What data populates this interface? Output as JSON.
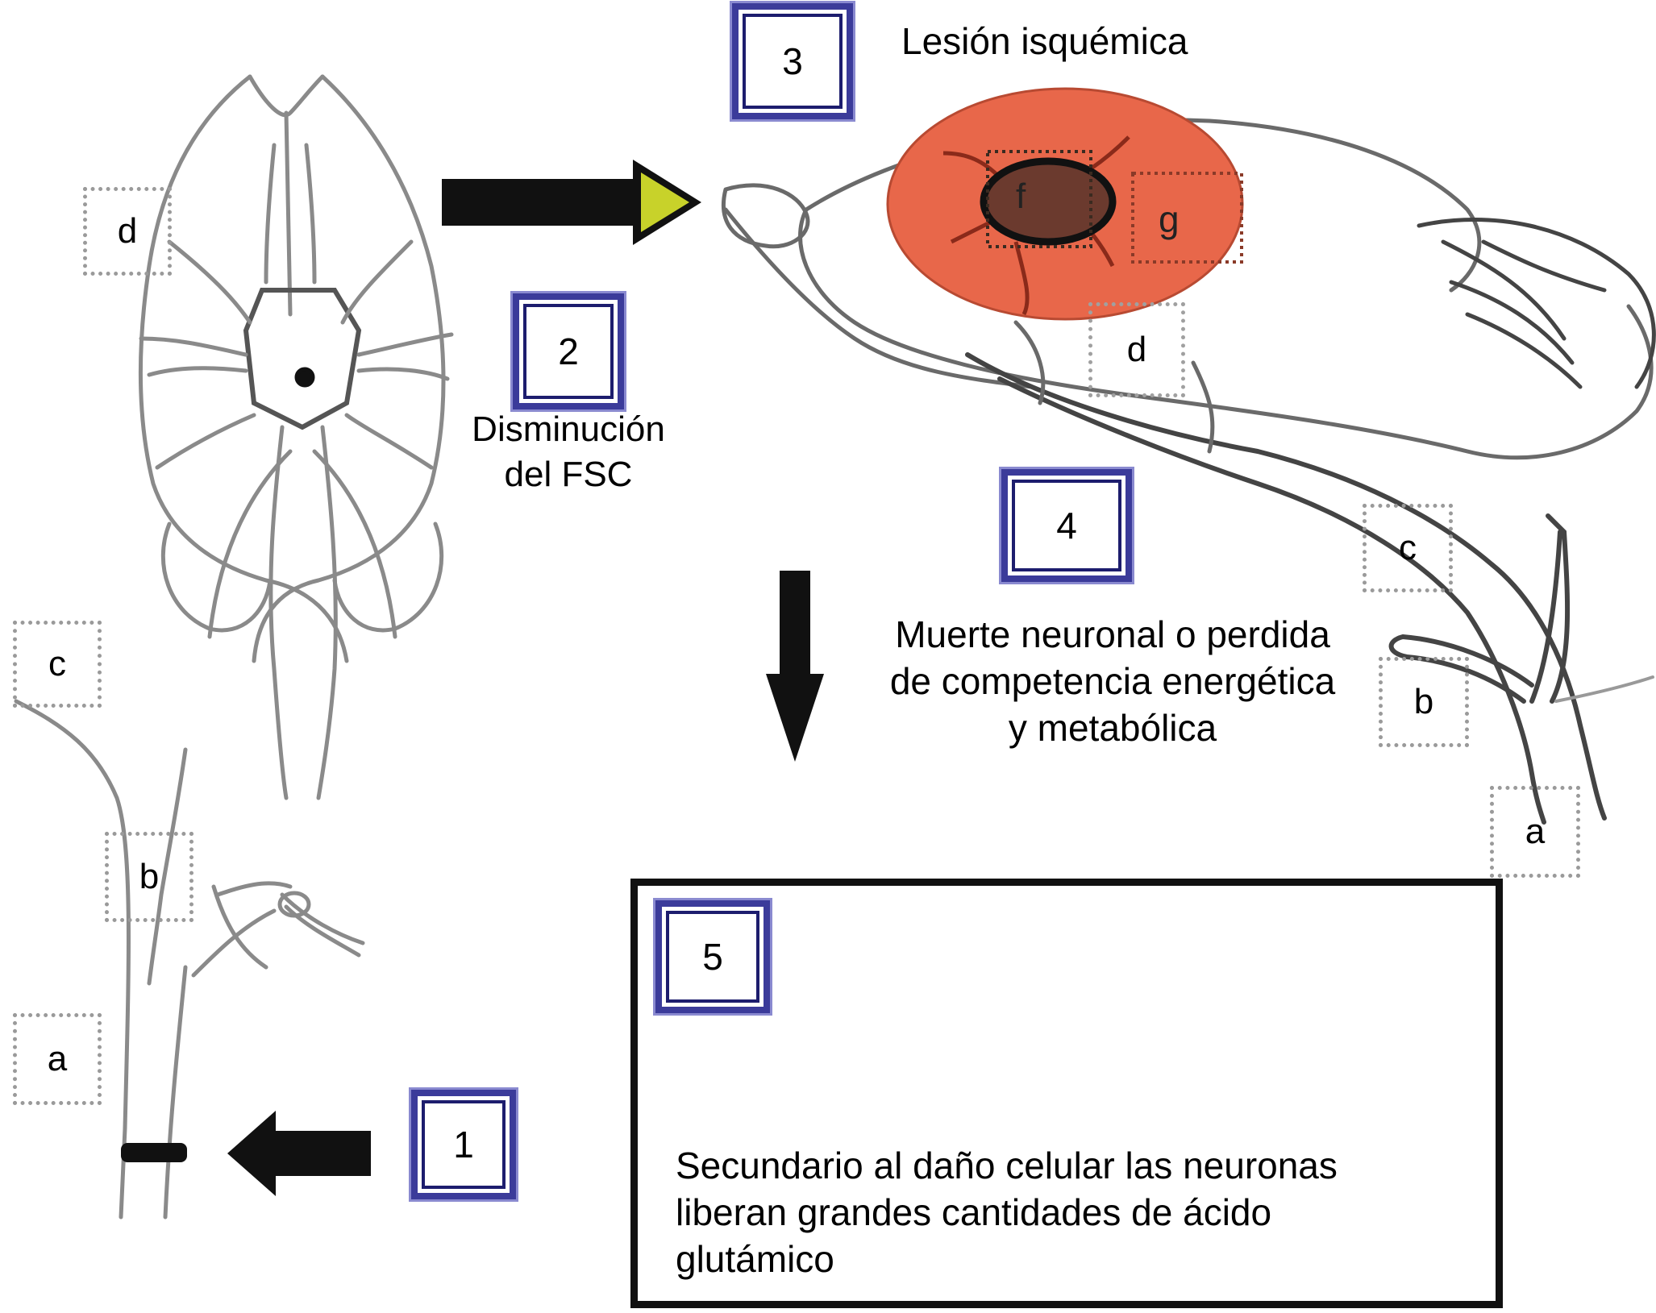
{
  "steps": {
    "s1": "1",
    "s2": "2",
    "s3": "3",
    "s4": "4",
    "s5": "5"
  },
  "labels": {
    "disminucion_line1": "Disminución",
    "disminucion_line2": "del FSC",
    "lesion": "Lesión isquémica",
    "muerte_line1": "Muerte neuronal o perdida",
    "muerte_line2": "de competencia energética",
    "muerte_line3": "y metabólica",
    "secundario_line1": "Secundario al daño celular las neuronas",
    "secundario_line2": "liberan grandes cantidades de ácido",
    "secundario_line3": "glutámico"
  },
  "vessel_tags": {
    "left": {
      "d": "d",
      "c": "c",
      "b": "b",
      "a": "a"
    },
    "right": {
      "d": "d",
      "c": "c",
      "b": "b",
      "a": "a",
      "f": "f",
      "g": "g"
    }
  },
  "colors": {
    "step_border": "#3b3b9a",
    "lesion_fill": "#e8674a",
    "core_fill": "#6b3a2e",
    "arrow_fill": "#111111",
    "arrow_tip": "#c8d22a",
    "neuron_body": "#e3e02a",
    "axon": "#b03040"
  },
  "icons": {
    "brain_ventral": "brain-ventral-view-illustration",
    "brain_lateral": "brain-lateral-view-illustration",
    "neuron": "neuron-pair-illustration"
  }
}
